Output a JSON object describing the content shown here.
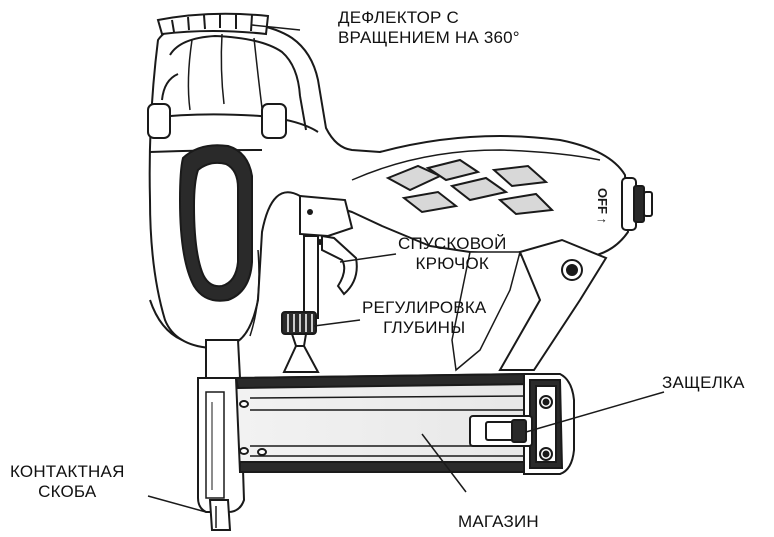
{
  "labels": {
    "deflector": {
      "line1": "ДЕФЛЕКТОР С",
      "line2": "ВРАЩЕНИЕМ НА 360°"
    },
    "trigger": {
      "line1": "СПУСКОВОЙ",
      "line2": "КРЮЧОК"
    },
    "depth": {
      "line1": "РЕГУЛИРОВКА",
      "line2": "ГЛУБИНЫ"
    },
    "latch": {
      "line1": "ЗАЩЕЛКА"
    },
    "contact": {
      "line1": "КОНТАКТНАЯ",
      "line2": "СКОБА"
    },
    "magazine": {
      "line1": "МАГАЗИН"
    }
  },
  "handle_marking": "OFF ↑"
}
